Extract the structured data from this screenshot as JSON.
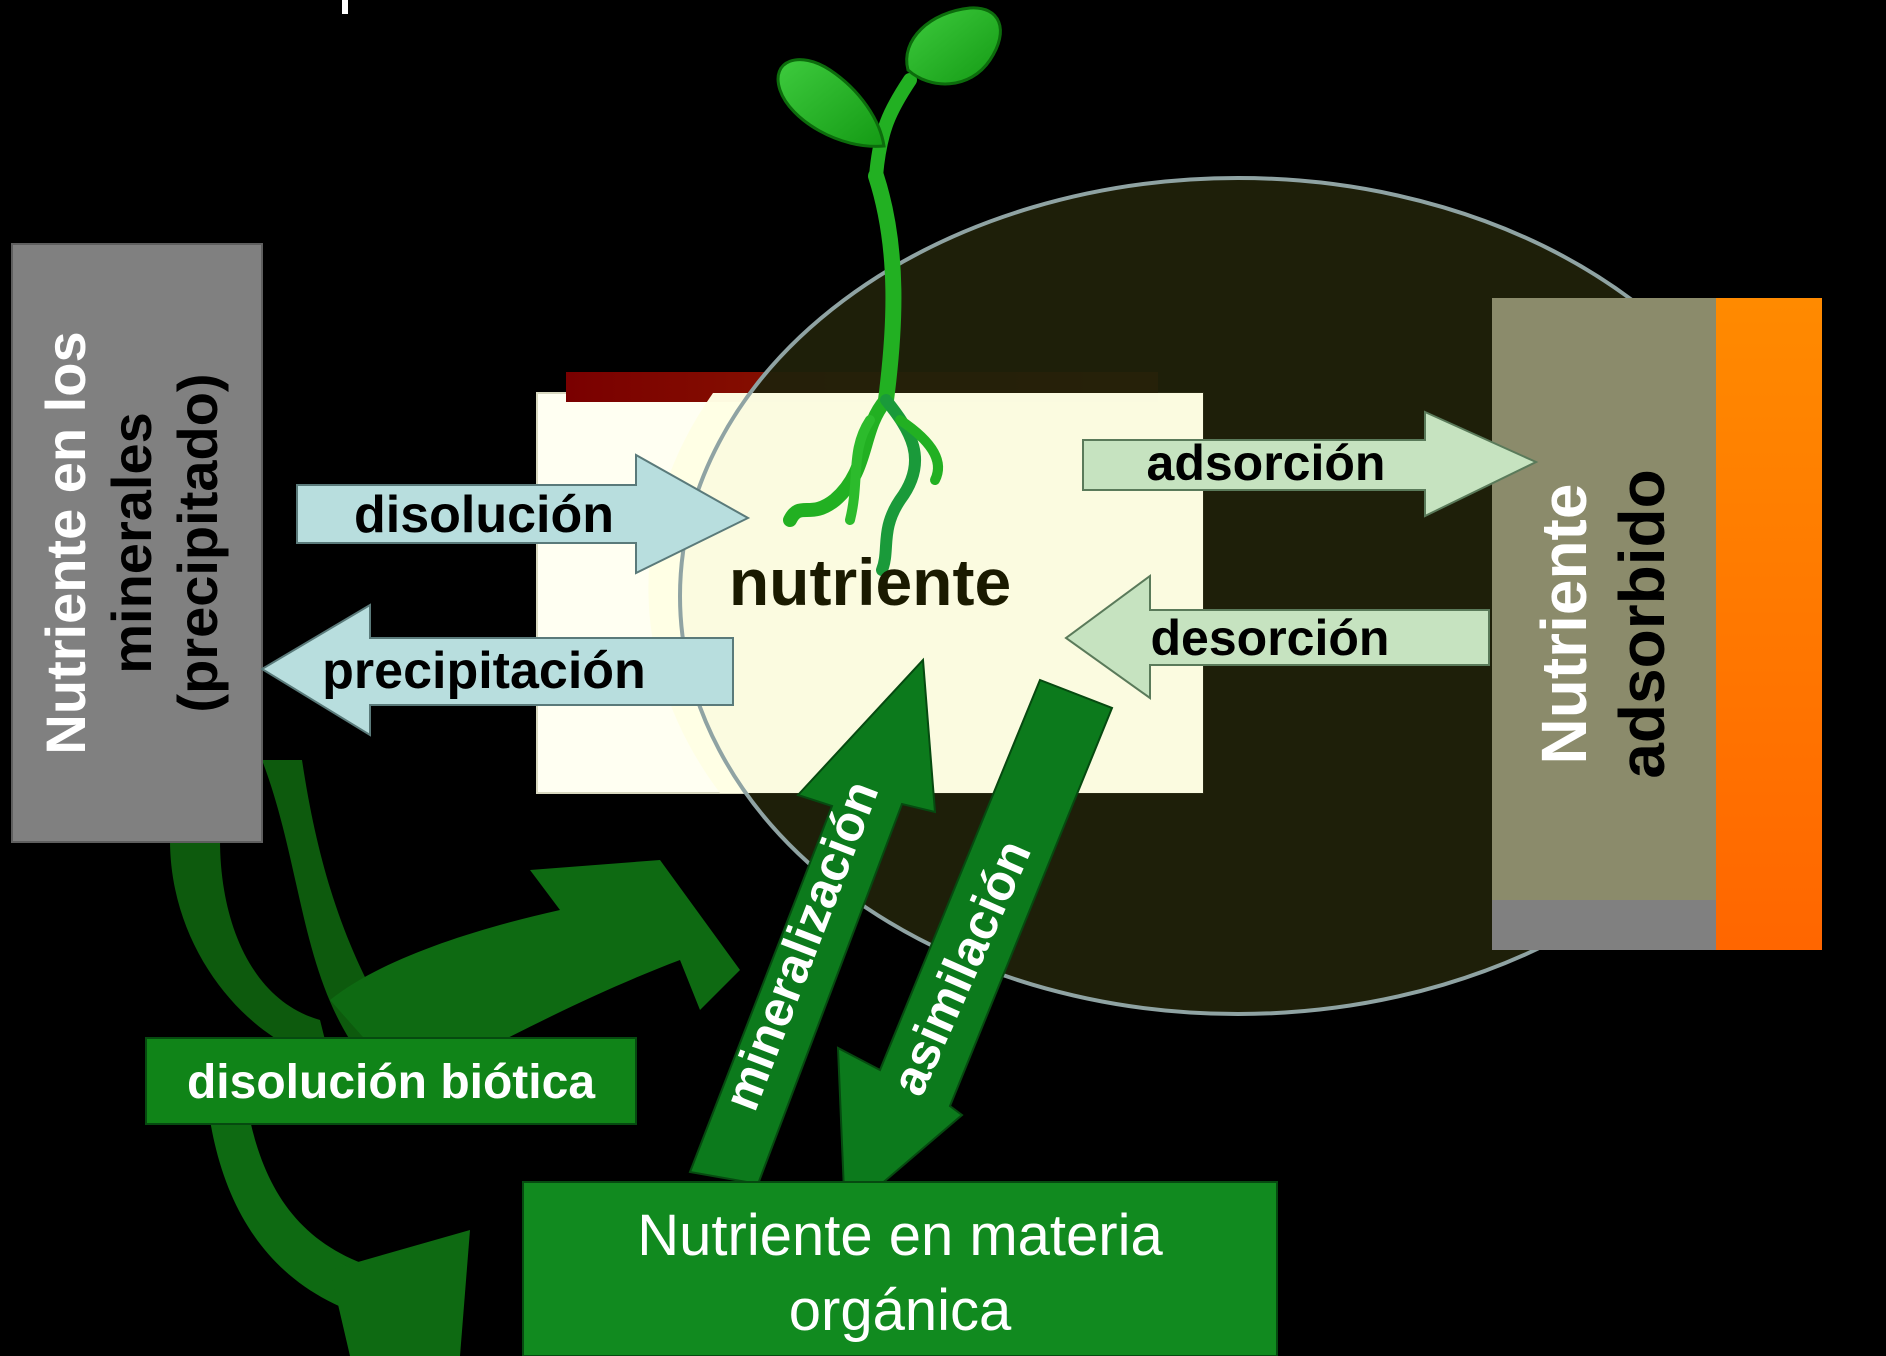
{
  "diagram": {
    "minerals_box": "Nutriente en los minerales (precipitado)",
    "minerals_lines": [
      "Nutriente en los",
      "minerales",
      "(precipitado)"
    ],
    "center_label": "nutriente",
    "adsorbed_lines": [
      "Nutriente",
      "adsorbido"
    ],
    "organic_box_lines": [
      "Nutriente en materia",
      "orgánica"
    ],
    "arrows": {
      "disolucion": "disolución",
      "precipitacion": "precipitación",
      "adsorcion": "adsorción",
      "desorcion": "desorción",
      "mineralizacion": "mineralización",
      "asimilacion": "asimilación",
      "disolucion_biotica": "disolución biótica"
    }
  },
  "colors": {
    "background": "#000000",
    "minerals_box": "#808080",
    "solution_box": "#fffff0",
    "ellipse_fill": "#1f1f06",
    "adsorbed_box": "#8b8b6b",
    "adsorbed_strip": "#ff7a00",
    "light_blue_arrow": "#b8dede",
    "light_green_arrow": "#c6e3c0",
    "green_arrow": "#0c7a1c",
    "dark_green_flow": "#0d5a0d",
    "organic_box": "#118a1f",
    "top_bar": "#8b1a00",
    "plant_green": "#22aa22"
  },
  "icons": [
    "seedling-icon"
  ]
}
